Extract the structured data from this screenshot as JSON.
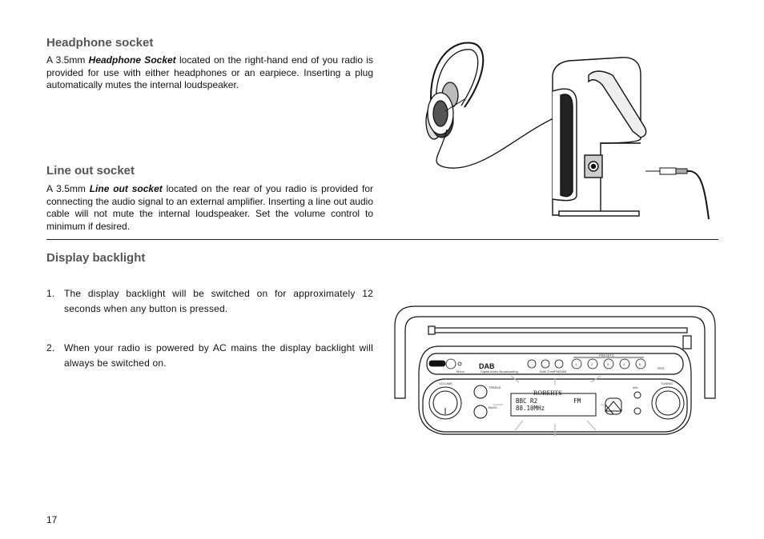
{
  "sections": {
    "headphone": {
      "title": "Headphone socket",
      "text_pre": "A 3.5mm ",
      "text_bold": "Headphone Socket",
      "text_post": " located on the right-hand end of you radio is provided for use with either headphones or an earpiece. Inserting a plug automatically mutes the internal loudspeaker."
    },
    "lineout": {
      "title": "Line out socket",
      "text_pre": "A 3.5mm ",
      "text_bold": "Line out  socket",
      "text_post": " located on the rear of you radio is provided for connecting the audio signal to an external amplifier. Inserting a line out audio cable will not mute the internal loudspeaker. Set the volume control to minimum if desired."
    },
    "backlight": {
      "title": "Display backlight",
      "items": [
        {
          "num": "1.",
          "text": "The display backlight will be switched on for approximately 12 seconds when any button is pressed."
        },
        {
          "num": "2.",
          "text": "When your radio is powered by AC mains the display backlight will always be switched on."
        }
      ]
    }
  },
  "radio_illustration": {
    "brand": "ROBERTS",
    "lcd_line1": "BBC R2          FM",
    "lcd_line2": "88.10MHz",
    "dab_logo": "DAB",
    "dab_caption": "Digital Audio Broadcasting",
    "volume_label": "VOLUME",
    "tuning_label": "TUNING",
    "treble_label": "TREBLE",
    "bass_label": "BASS",
    "presets_label": "PRESETS",
    "preset_numbers": [
      "1",
      "2",
      "3",
      "4",
      "5"
    ],
    "labels": {
      "mono": "Mono",
      "info": "Info",
      "fm_dab": "FM/DAB",
      "auto_tune": "Auto Tune",
      "rds": "RDS"
    }
  },
  "page_number": "17"
}
